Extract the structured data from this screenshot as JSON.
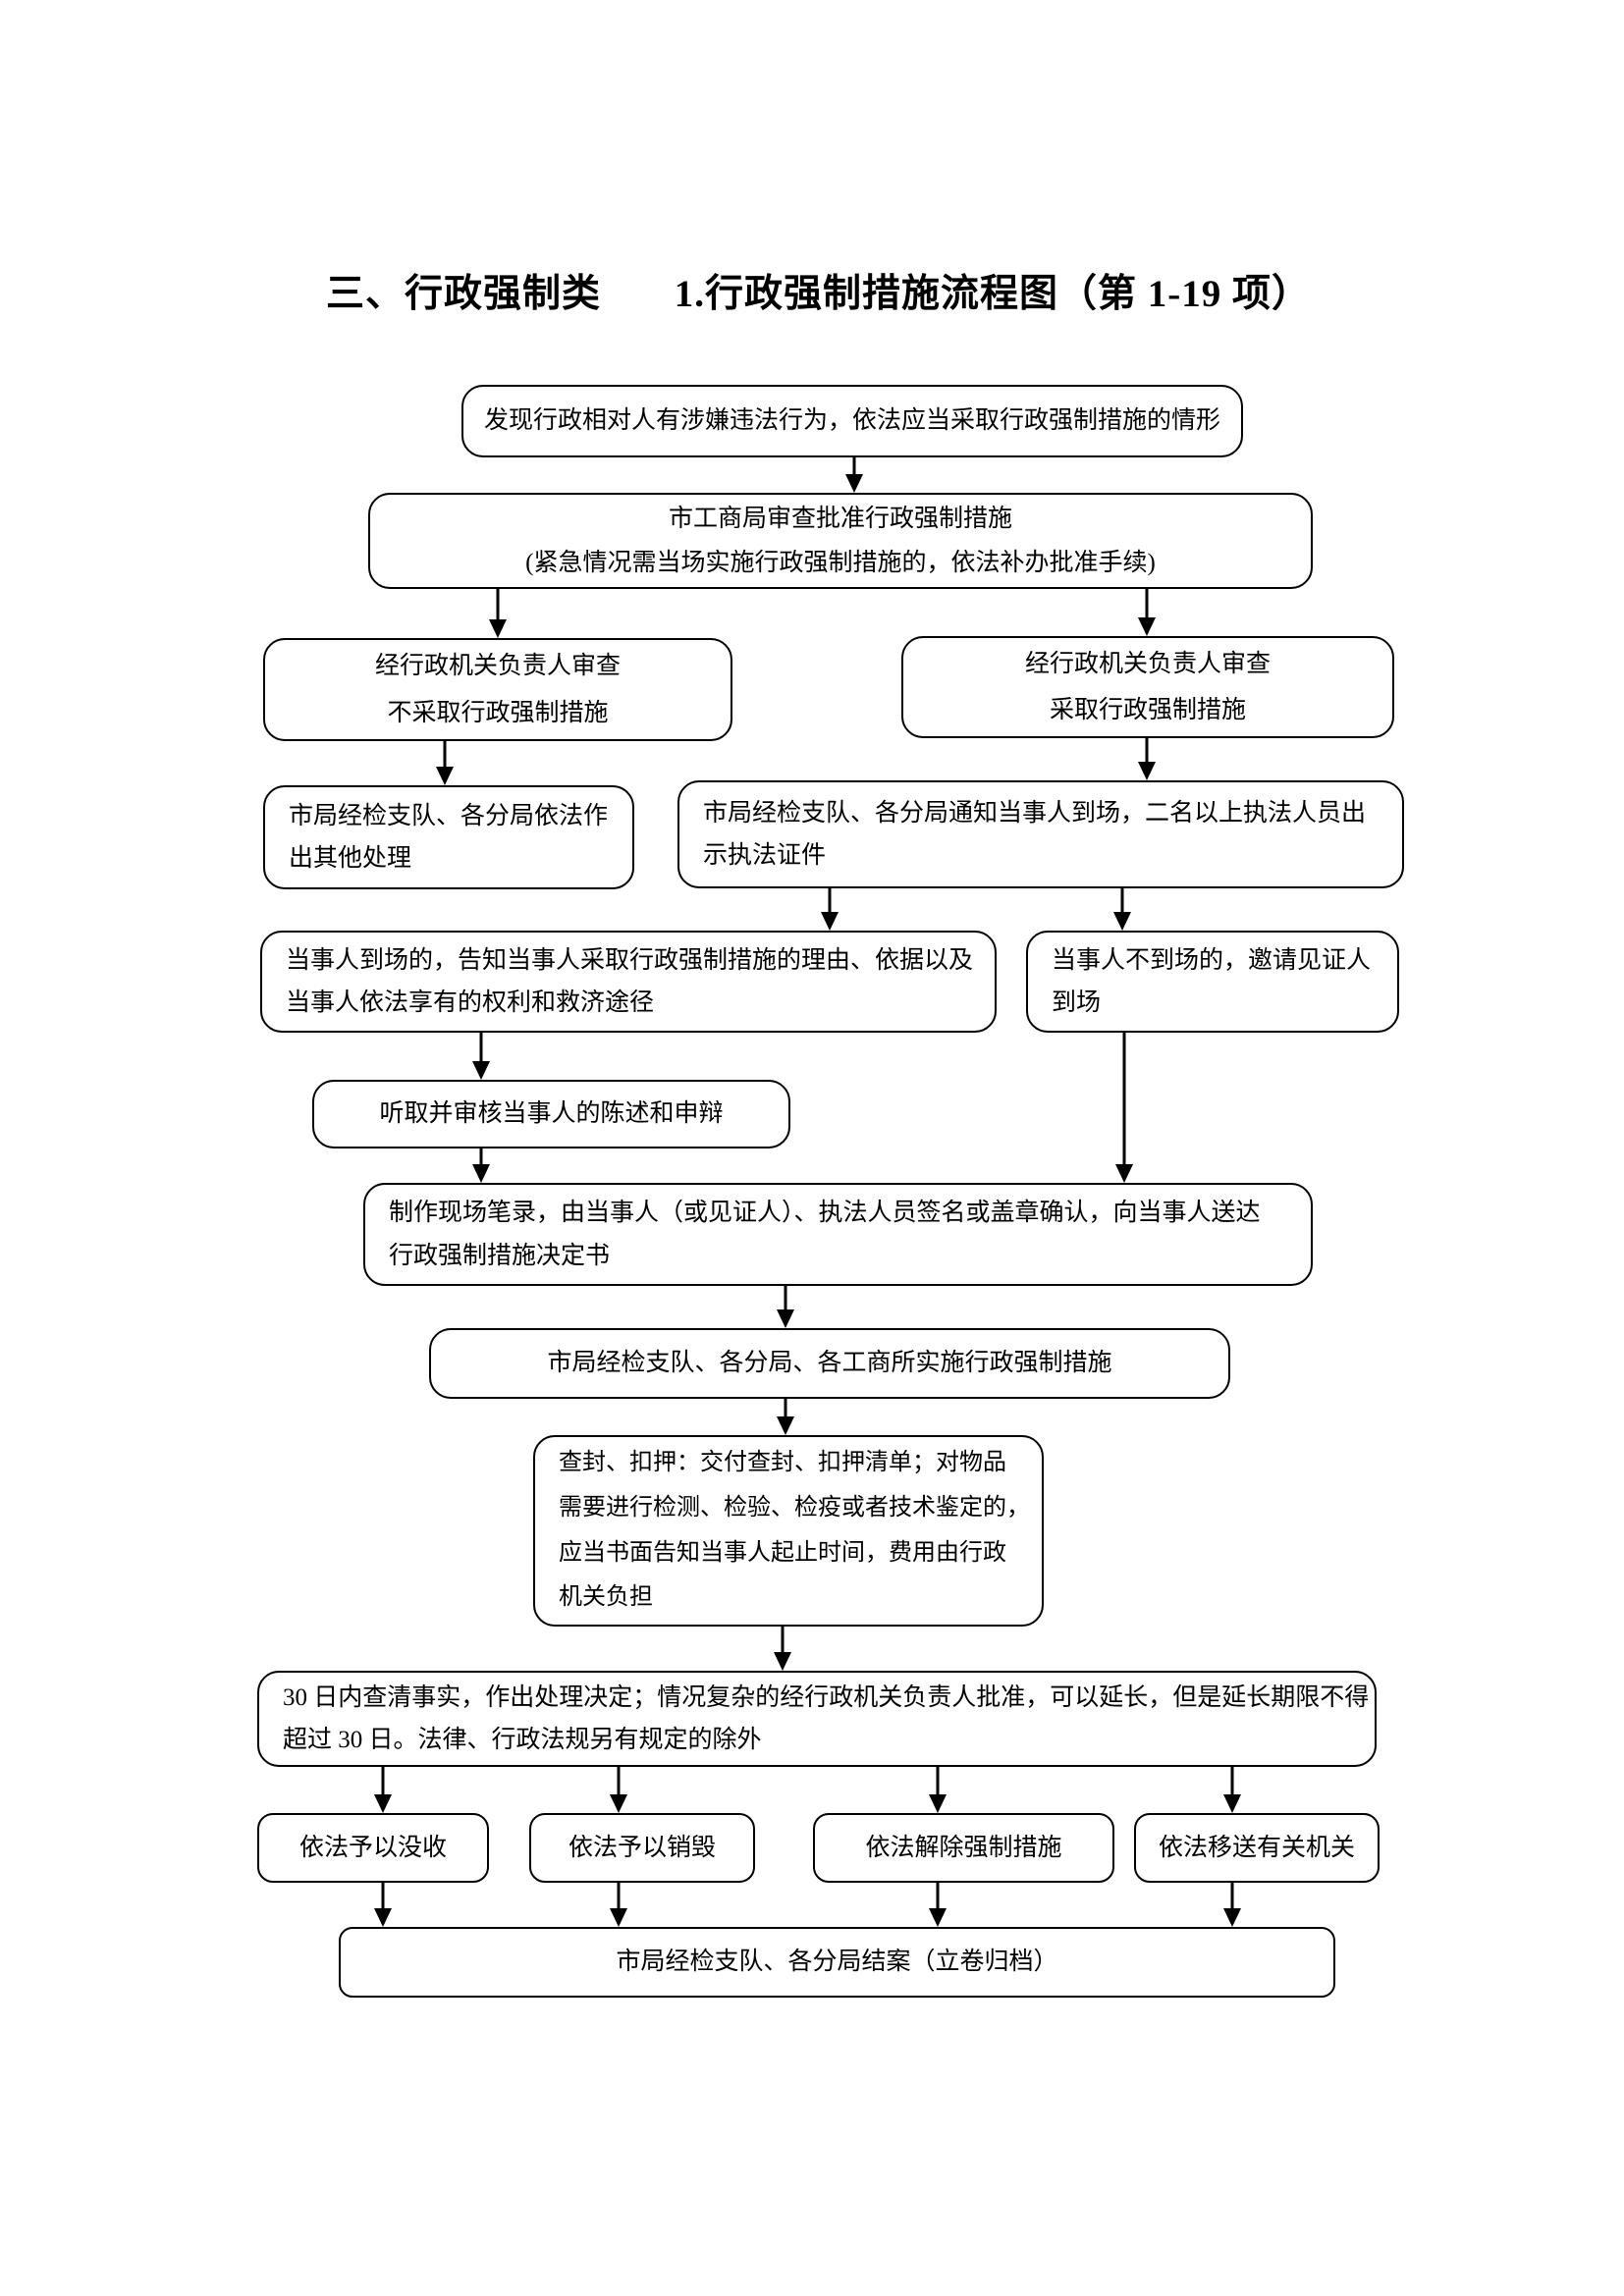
{
  "page": {
    "title_section": "三、行政强制类",
    "title_figure": "1.行政强制措施流程图（第 1-19 项）"
  },
  "colors": {
    "line": "#000000",
    "box_background": "#ffffff",
    "text": "#000000"
  },
  "nodes": {
    "start": {
      "lines": [
        "发现行政相对人有涉嫌违法行为，依法应当采取行政强制措施的情形"
      ]
    },
    "approval": {
      "lines": [
        "市工商局审查批准行政强制措施",
        "(紧急情况需当场实施行政强制措施的，依法补办批准手续)"
      ]
    },
    "review_no": {
      "lines": [
        "经行政机关负责人审查",
        "不采取行政强制措施"
      ]
    },
    "review_yes": {
      "lines": [
        "经行政机关负责人审查",
        "采取行政强制措施"
      ]
    },
    "other_handling": {
      "lines": [
        "市局经检支队、各分局依法作",
        "出其他处理"
      ]
    },
    "notify_party": {
      "lines": [
        "市局经检支队、各分局通知当事人到场，二名以上执法人员出",
        "示执法证件"
      ]
    },
    "party_present": {
      "lines": [
        "当事人到场的，告知当事人采取行政强制措施的理由、依据以及",
        "当事人依法享有的权利和救济途径"
      ]
    },
    "party_absent": {
      "lines": [
        "当事人不到场的，邀请见证人",
        "到场"
      ]
    },
    "hear_statement": {
      "lines": [
        "听取并审核当事人的陈述和申辩"
      ]
    },
    "record": {
      "lines": [
        "制作现场笔录，由当事人（或见证人）、执法人员签名或盖章确认，向当事人送达",
        "行政强制措施决定书"
      ]
    },
    "implement": {
      "lines": [
        "市局经检支队、各分局、各工商所实施行政强制措施"
      ]
    },
    "seal_seize": {
      "lines": [
        "查封、扣押：交付查封、扣押清单；对物品",
        "需要进行检测、检验、检疫或者技术鉴定的，",
        "应当书面告知当事人起止时间，费用由行政",
        "机关负担"
      ]
    },
    "decision_30days": {
      "lines": [
        "30 日内查清事实，作出处理决定；情况复杂的经行政机关负责人批准，可以延长，但是延长期限不得",
        "超过 30 日。法律、行政法规另有规定的除外"
      ]
    },
    "confiscate": {
      "lines": [
        "依法予以没收"
      ]
    },
    "destroy": {
      "lines": [
        "依法予以销毁"
      ]
    },
    "lift_measures": {
      "lines": [
        "依法解除强制措施"
      ]
    },
    "transfer": {
      "lines": [
        "依法移送有关机关"
      ]
    },
    "close_case": {
      "lines": [
        "市局经检支队、各分局结案（立卷归档）"
      ]
    }
  }
}
